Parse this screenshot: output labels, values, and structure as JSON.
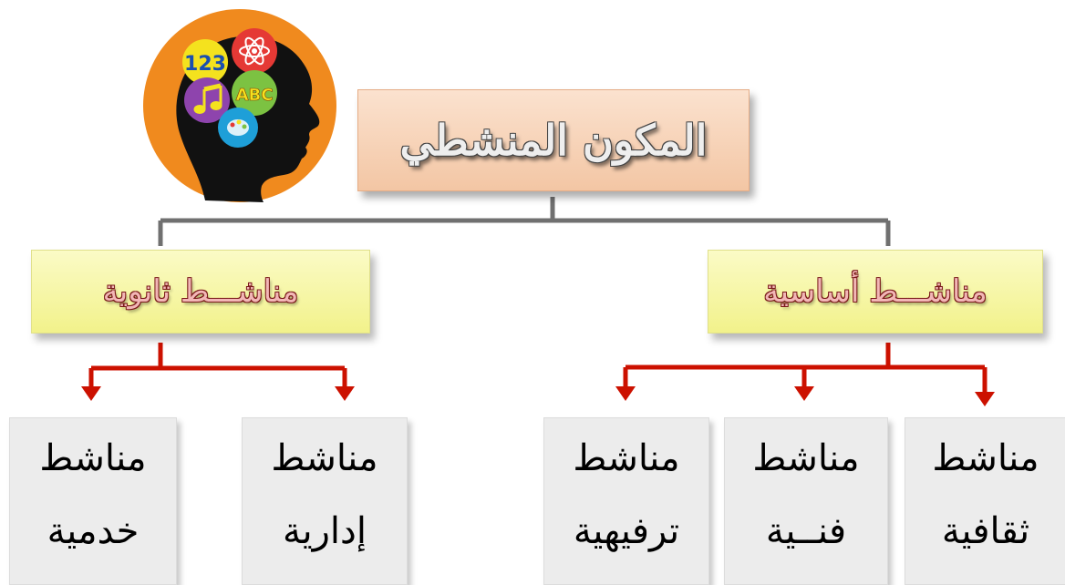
{
  "illustration": {
    "icon": "brain-head-icon",
    "bubble_labels": [
      "123",
      "ABC"
    ],
    "colors": {
      "disk": "#f08a1e",
      "silhouette": "#111111",
      "bubbles": [
        "#f4e21e",
        "#e53935",
        "#8e44ad",
        "#7cc242",
        "#1e9fd8"
      ]
    }
  },
  "root": {
    "label": "المكون المنشطي"
  },
  "groups": [
    {
      "label": "مناشـــط ثانوية",
      "children": [
        {
          "line1": "مناشط",
          "line2": "خدمية"
        },
        {
          "line1": "مناشط",
          "line2": "إدارية"
        }
      ]
    },
    {
      "label": "مناشـــط أساسية",
      "children": [
        {
          "line1": "مناشط",
          "line2": "ترفيهية"
        },
        {
          "line1": "مناشط",
          "line2": "فنــية"
        },
        {
          "line1": "مناشط",
          "line2": "ثقافية"
        }
      ]
    }
  ],
  "colors": {
    "root_fill": "#f6cfb2",
    "group_fill": "#f6f6a6",
    "group_text": "#f2b6b6",
    "leaf_fill": "#ececec",
    "grey_connector": "#707070",
    "red_arrow": "#cc1100"
  }
}
